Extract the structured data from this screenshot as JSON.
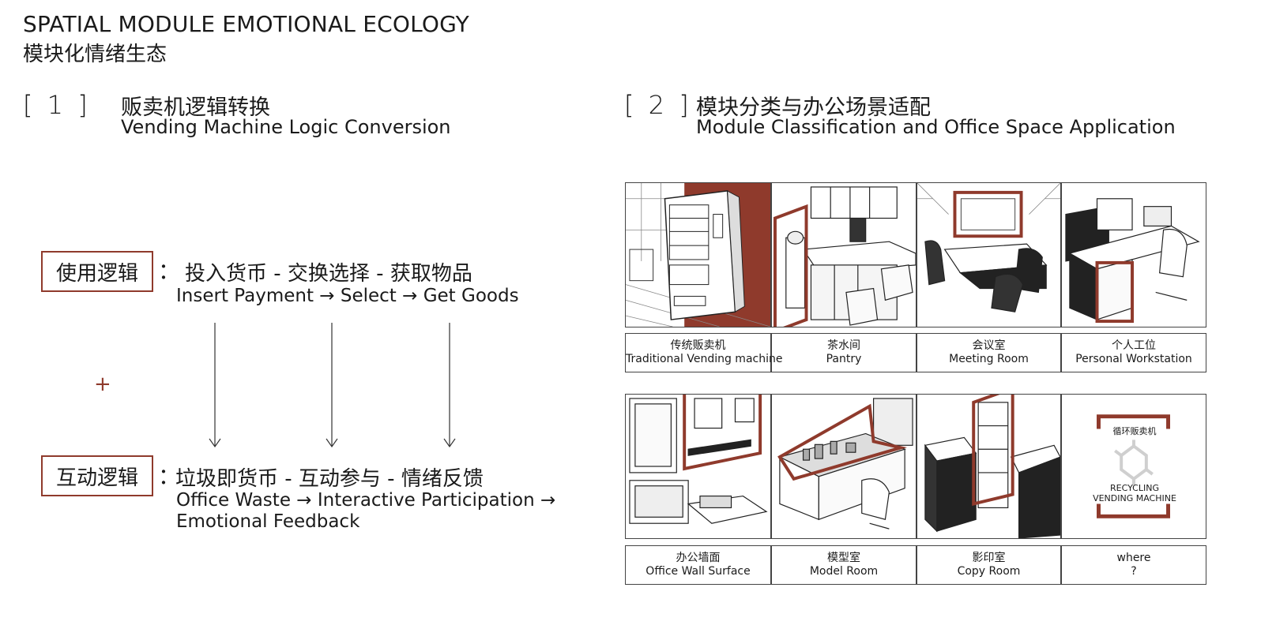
{
  "header": {
    "title": "SPATIAL MODULE EMOTIONAL ECOLOGY",
    "subtitle": "模块化情绪生态"
  },
  "section1": {
    "number": "[ 1 ]",
    "title_cn": "贩卖机逻辑转换",
    "title_en": "Vending Machine Logic Conversion",
    "usage": {
      "label": "使用逻辑",
      "colon": "：",
      "flow_cn": "投入货币  -  交换选择  -  获取物品",
      "flow_en": "Insert Payment → Select → Get Goods"
    },
    "plus": "+",
    "interaction": {
      "label": "互动逻辑",
      "colon": "：",
      "flow_cn": "垃圾即货币 - 互动参与 - 情绪反馈",
      "flow_en_line1": "Office Waste  → Interactive Participation  →",
      "flow_en_line2": "Emotional Feedback"
    },
    "arrow_color": "#333333"
  },
  "section2": {
    "number": "[ 2 ]",
    "title_cn": "模块分类与办公场景适配",
    "title_en": "Module Classification and Office Space Application",
    "accent": "#8f3a2c",
    "row1": [
      {
        "cn": "传统贩卖机",
        "en": "Traditional Vending machine",
        "icon": "vending-machine-illustration"
      },
      {
        "cn": "茶水间",
        "en": "Pantry",
        "icon": "pantry-illustration"
      },
      {
        "cn": "会议室",
        "en": "Meeting Room",
        "icon": "meeting-room-illustration"
      },
      {
        "cn": "个人工位",
        "en": "Personal Workstation",
        "icon": "workstation-illustration"
      }
    ],
    "row2": [
      {
        "cn": "办公墙面",
        "en": "Office Wall Surface",
        "icon": "office-wall-illustration"
      },
      {
        "cn": "模型室",
        "en": "Model Room",
        "icon": "model-room-illustration"
      },
      {
        "cn": "影印室",
        "en": "Copy Room",
        "icon": "copy-room-illustration"
      },
      {
        "cn": "where",
        "en": "?",
        "icon": "recycling-logo"
      }
    ],
    "recycling_logo": {
      "cn": "循环贩卖机",
      "en_line1": "RECYCLING",
      "en_line2": "VENDING MACHINE"
    }
  }
}
